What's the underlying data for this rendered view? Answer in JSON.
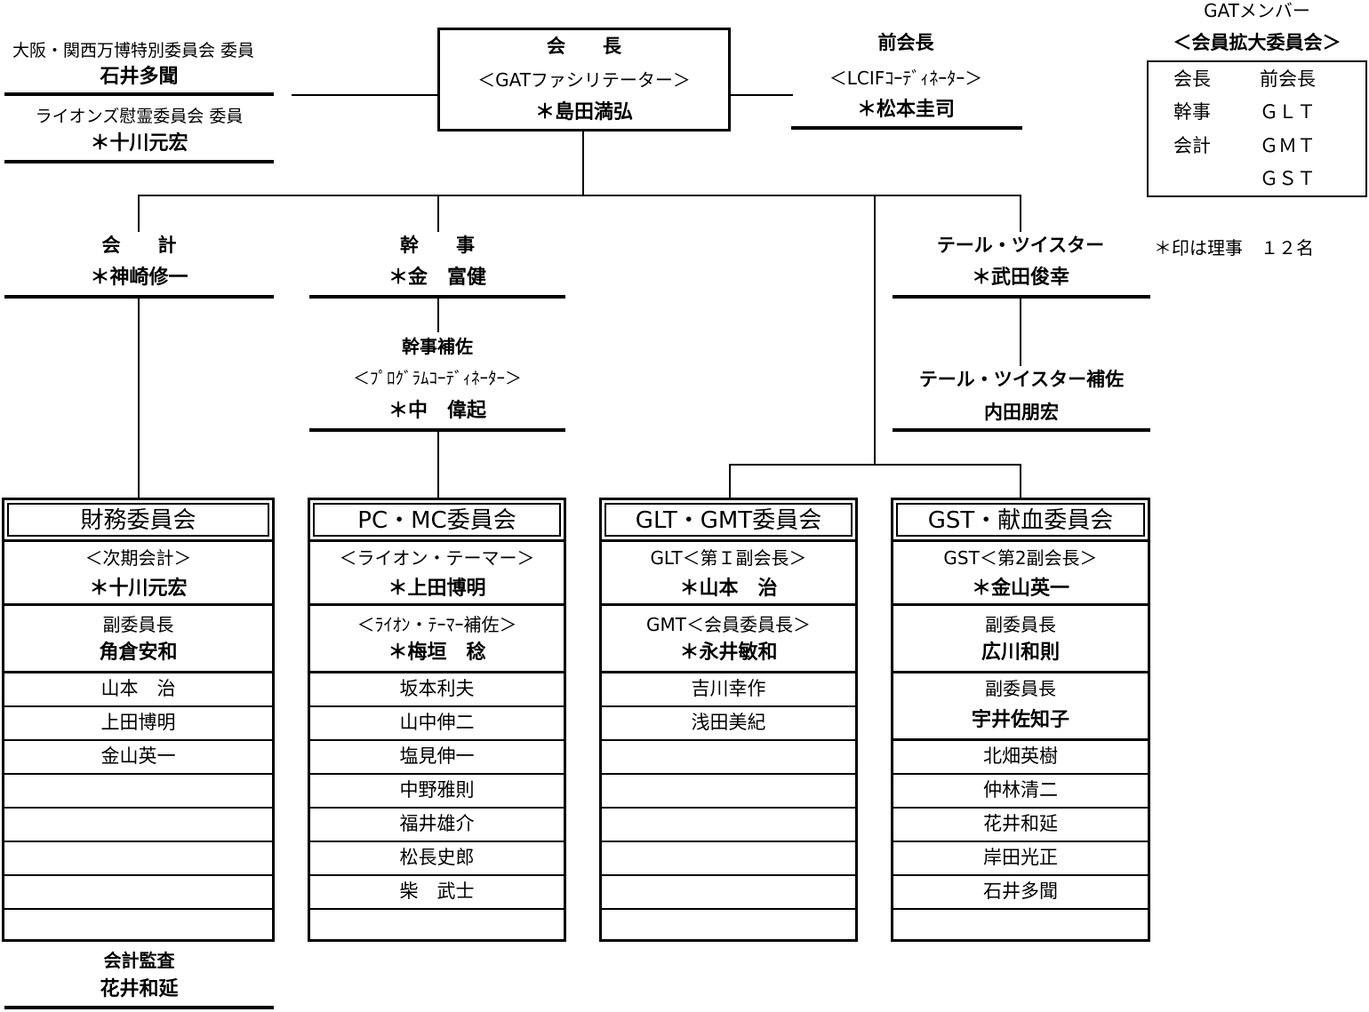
{
  "top_left": {
    "expo_title": "大阪・関西万博特別委員会 委員",
    "expo_name": "石井多聞",
    "memorial_title": "ライオンズ慰霊委員会 委員",
    "memorial_name": "＊十川元宏"
  },
  "president": {
    "title": "会　　長",
    "subtitle": "＜GATファシリテーター＞",
    "name": "＊島田満弘"
  },
  "past_president": {
    "title": "前会長",
    "subtitle": "＜LCIFｺｰﾃﾞｨﾈｰﾀｰ＞",
    "name": "＊松本圭司"
  },
  "gat": {
    "heading": "GATメンバー",
    "subheading": "＜会員拡大委員会＞",
    "rows": [
      [
        "会長",
        "前会長"
      ],
      [
        "幹事",
        "ＧＬＴ"
      ],
      [
        "会計",
        "ＧＭＴ"
      ],
      [
        "",
        "ＧＳＴ"
      ]
    ],
    "note": "＊印は理事　１２名"
  },
  "treasurer": {
    "title": "会　　計",
    "name": "＊神崎修一"
  },
  "secretary": {
    "title": "幹　　事",
    "name": "＊金　富健"
  },
  "secretary_assist": {
    "title": "幹事補佐",
    "subtitle": "＜ﾌﾟﾛｸﾞﾗﾑｺｰﾃﾞｨﾈｰﾀｰ＞",
    "name": "＊中　偉起"
  },
  "tail_twister": {
    "title": "テール・ツイスター",
    "name": "＊武田俊幸"
  },
  "tail_twister_assist": {
    "title": "テール・ツイスター補佐",
    "name": "内田朋宏"
  },
  "committees": [
    {
      "title": "財務委員会",
      "head_label": "＜次期会計＞",
      "head_name": "＊十川元宏",
      "vice": [
        {
          "label": "副委員長",
          "name": "角倉安和"
        }
      ],
      "members": [
        "山本　治",
        "上田博明",
        "金山英一",
        "",
        "",
        "",
        "",
        ""
      ]
    },
    {
      "title": "PC・MC委員会",
      "head_label": "＜ライオン・テーマー＞",
      "head_name": "＊上田博明",
      "vice": [
        {
          "label": "＜ﾗｲｵﾝ・ﾃｰﾏｰ補佐＞",
          "name": "＊梅垣　稔"
        }
      ],
      "members": [
        "坂本利夫",
        "山中伸二",
        "塩見伸一",
        "中野雅則",
        "福井雄介",
        "松長史郎",
        "柴　武士",
        ""
      ]
    },
    {
      "title": "GLT・GMT委員会",
      "head_label": "GLT＜第Ｉ副会長＞",
      "head_name": "＊山本　治",
      "vice": [
        {
          "label": "GMT＜会員委員長＞",
          "name": "＊永井敏和"
        }
      ],
      "members": [
        "吉川幸作",
        "浅田美紀",
        "",
        "",
        "",
        "",
        "",
        ""
      ]
    },
    {
      "title": "GST・献血委員会",
      "head_label": "GST＜第2副会長＞",
      "head_name": "＊金山英一",
      "vice": [
        {
          "label": "副委員長",
          "name": "広川和則"
        },
        {
          "label": "副委員長",
          "name": "宇井佐知子"
        }
      ],
      "members": [
        "北畑英樹",
        "仲林清二",
        "花井和延",
        "岸田光正",
        "石井多聞",
        ""
      ]
    }
  ],
  "auditor": {
    "title": "会計監査",
    "name": "花井和延"
  }
}
